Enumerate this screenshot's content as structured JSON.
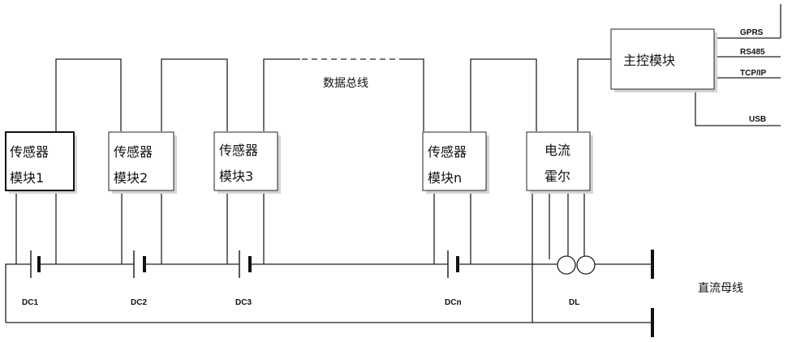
{
  "modules": [
    {
      "line1": "传感器",
      "line2": "模块1"
    },
    {
      "line1": "传感器",
      "line2": "模块2"
    },
    {
      "line1": "传感器",
      "line2": "模块3"
    },
    {
      "line1": "传感器",
      "line2": "模块n"
    }
  ],
  "hall_module": {
    "line1": "电流",
    "line2": "霍尔"
  },
  "main_controller": {
    "label": "主控模块"
  },
  "interfaces": [
    "GPRS",
    "RS485",
    "TCP/IP",
    "USB"
  ],
  "data_bus": {
    "label": "数据总线"
  },
  "batteries": [
    "DC1",
    "DC2",
    "DC3",
    "DCn"
  ],
  "current_sensor": {
    "label": "DL"
  },
  "dc_bus": {
    "label": "直流母线"
  }
}
